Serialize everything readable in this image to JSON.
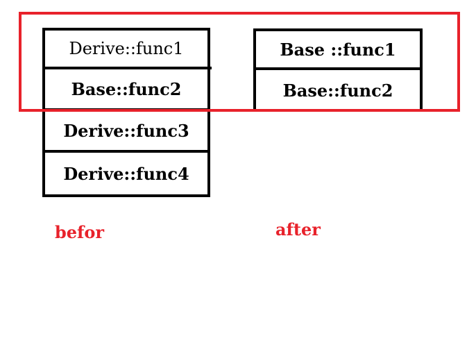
{
  "colors": {
    "highlight": "#e8222b",
    "border": "#000000",
    "caption": "#e8222b"
  },
  "before_table": {
    "rows": [
      {
        "label": "Derive::func1"
      },
      {
        "label": "Base::func2"
      },
      {
        "label": "Derive::func3"
      },
      {
        "label": "Derive::func4"
      }
    ],
    "caption": "befor"
  },
  "after_table": {
    "rows": [
      {
        "label": "Base ::func1"
      },
      {
        "label": "Base::func2"
      }
    ],
    "caption": "after"
  }
}
